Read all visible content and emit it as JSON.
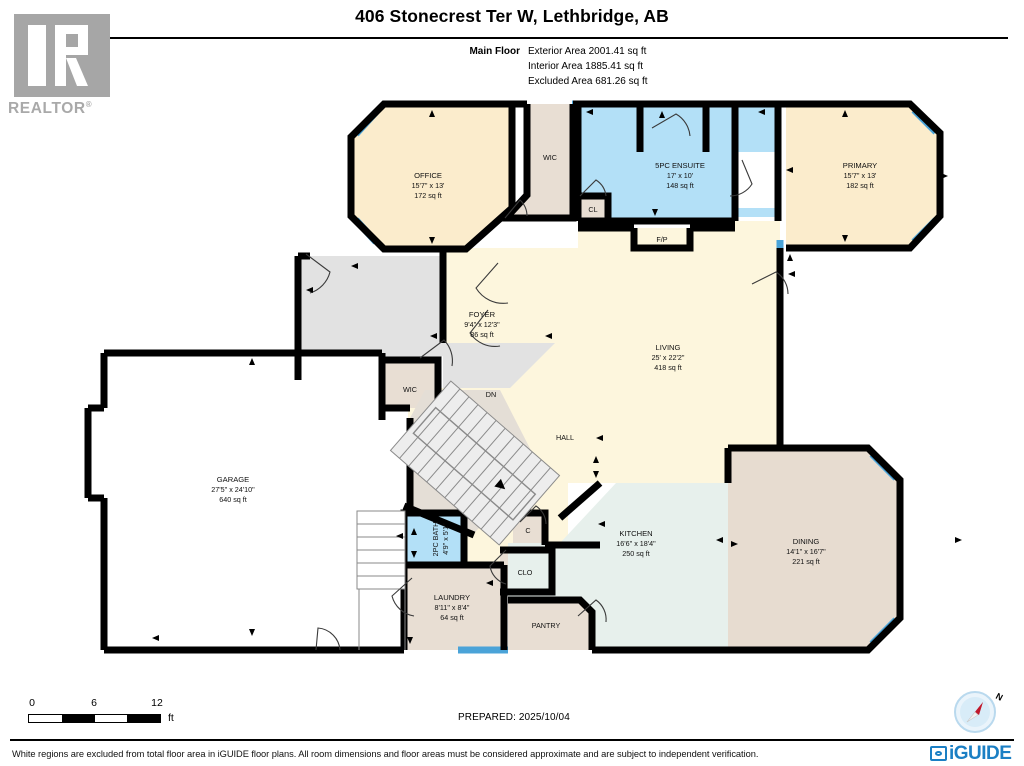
{
  "header": {
    "title": "406 Stonecrest Ter W, Lethbridge, AB"
  },
  "realtor_logo": {
    "wordmark": "REALTOR",
    "registered_mark": "®"
  },
  "floor_summary": {
    "floor_label": "Main Floor",
    "exterior_area": "Exterior Area 2001.41 sq ft",
    "interior_area": "Interior Area 1885.41 sq ft",
    "excluded_area": "Excluded Area 681.26 sq ft"
  },
  "rooms": [
    {
      "key": "office",
      "name": "OFFICE",
      "dimensions": "15'7\" x 13'",
      "area": "172 sq ft"
    },
    {
      "key": "wic_top",
      "name": "WIC",
      "dimensions": "",
      "area": ""
    },
    {
      "key": "ensuite",
      "name": "5PC ENSUITE",
      "dimensions": "17' x 10'",
      "area": "148 sq ft"
    },
    {
      "key": "primary",
      "name": "PRIMARY",
      "dimensions": "15'7\" x 13'",
      "area": "182 sq ft"
    },
    {
      "key": "cl",
      "name": "CL",
      "dimensions": "",
      "area": ""
    },
    {
      "key": "fp",
      "name": "F/P",
      "dimensions": "",
      "area": ""
    },
    {
      "key": "foyer",
      "name": "FOYER",
      "dimensions": "9'4\" x 12'3\"",
      "area": "86 sq ft"
    },
    {
      "key": "living",
      "name": "LIVING",
      "dimensions": "25' x 22'2\"",
      "area": "418 sq ft"
    },
    {
      "key": "wic_mid",
      "name": "WIC",
      "dimensions": "",
      "area": ""
    },
    {
      "key": "dn",
      "name": "DN",
      "dimensions": "",
      "area": ""
    },
    {
      "key": "hall",
      "name": "HALL",
      "dimensions": "",
      "area": ""
    },
    {
      "key": "garage",
      "name": "GARAGE",
      "dimensions": "27'5\" x 24'10\"",
      "area": "640 sq ft"
    },
    {
      "key": "bath2pc",
      "name": "2PC BATH",
      "dimensions": "4'9\" x 5'1\"",
      "area": ""
    },
    {
      "key": "c",
      "name": "C",
      "dimensions": "",
      "area": ""
    },
    {
      "key": "clo",
      "name": "CLO",
      "dimensions": "",
      "area": ""
    },
    {
      "key": "laundry",
      "name": "LAUNDRY",
      "dimensions": "8'11\" x 8'4\"",
      "area": "64 sq ft"
    },
    {
      "key": "pantry",
      "name": "PANTRY",
      "dimensions": "",
      "area": ""
    },
    {
      "key": "kitchen",
      "name": "KITCHEN",
      "dimensions": "16'6\" x 18'4\"",
      "area": "250 sq ft"
    },
    {
      "key": "dining",
      "name": "DINING",
      "dimensions": "14'1\" x 16'7\"",
      "area": "221 sq ft"
    }
  ],
  "scale_bar": {
    "ticks": [
      "0",
      "6",
      "12"
    ],
    "unit": "ft"
  },
  "footer": {
    "prepared": "PREPARED: 2025/10/04",
    "disclaimer": "White regions are excluded from total floor area in iGUIDE floor plans. All room dimensions and floor areas must be considered approximate and are subject to independent verification."
  },
  "compass": {
    "north_label": "N"
  },
  "branding": {
    "iguide_name": "iGUIDE"
  },
  "colors": {
    "wall": "#000000",
    "window": "#4aa3d8",
    "living_fill": "#fdf6dd",
    "primary_fill": "#fbeccc",
    "office_fill": "#fbeccc",
    "ensuite_fill": "#b3e0f7",
    "bath_fill": "#b3e0f7",
    "kitchen_fill": "#e7f0ec",
    "dining_fill": "#e7dcd0",
    "closet_fill": "#e8ded3",
    "foyer_fill": "#e2e2e2",
    "stair_fill": "#e9e9e9",
    "brand_blue": "#1b7fc4",
    "realtor_gray": "#a6a6a6"
  }
}
